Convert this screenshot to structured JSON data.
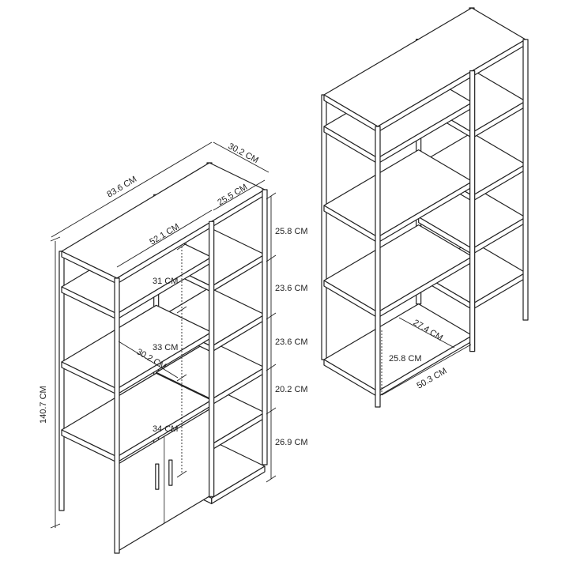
{
  "left_unit": {
    "dimensions": {
      "total_width": "83.6 CM",
      "depth": "30.2 CM",
      "right_section_width": "25.5 CM",
      "left_section_width": "52.1 CM",
      "right_gap_1": "25.8 CM",
      "right_gap_2": "23.6 CM",
      "right_gap_3": "23.6 CM",
      "right_gap_4": "20.2 CM",
      "right_gap_5": "26.9 CM",
      "left_gap_1": "31 CM",
      "left_gap_2": "33 CM",
      "shelf_depth": "30.2 CM",
      "left_gap_3": "34 CM",
      "total_height": "140.7 CM"
    }
  },
  "right_unit": {
    "dimensions": {
      "inner_depth": "27.4 CM",
      "inner_height": "25.8 CM",
      "inner_width": "50.3 CM"
    }
  }
}
